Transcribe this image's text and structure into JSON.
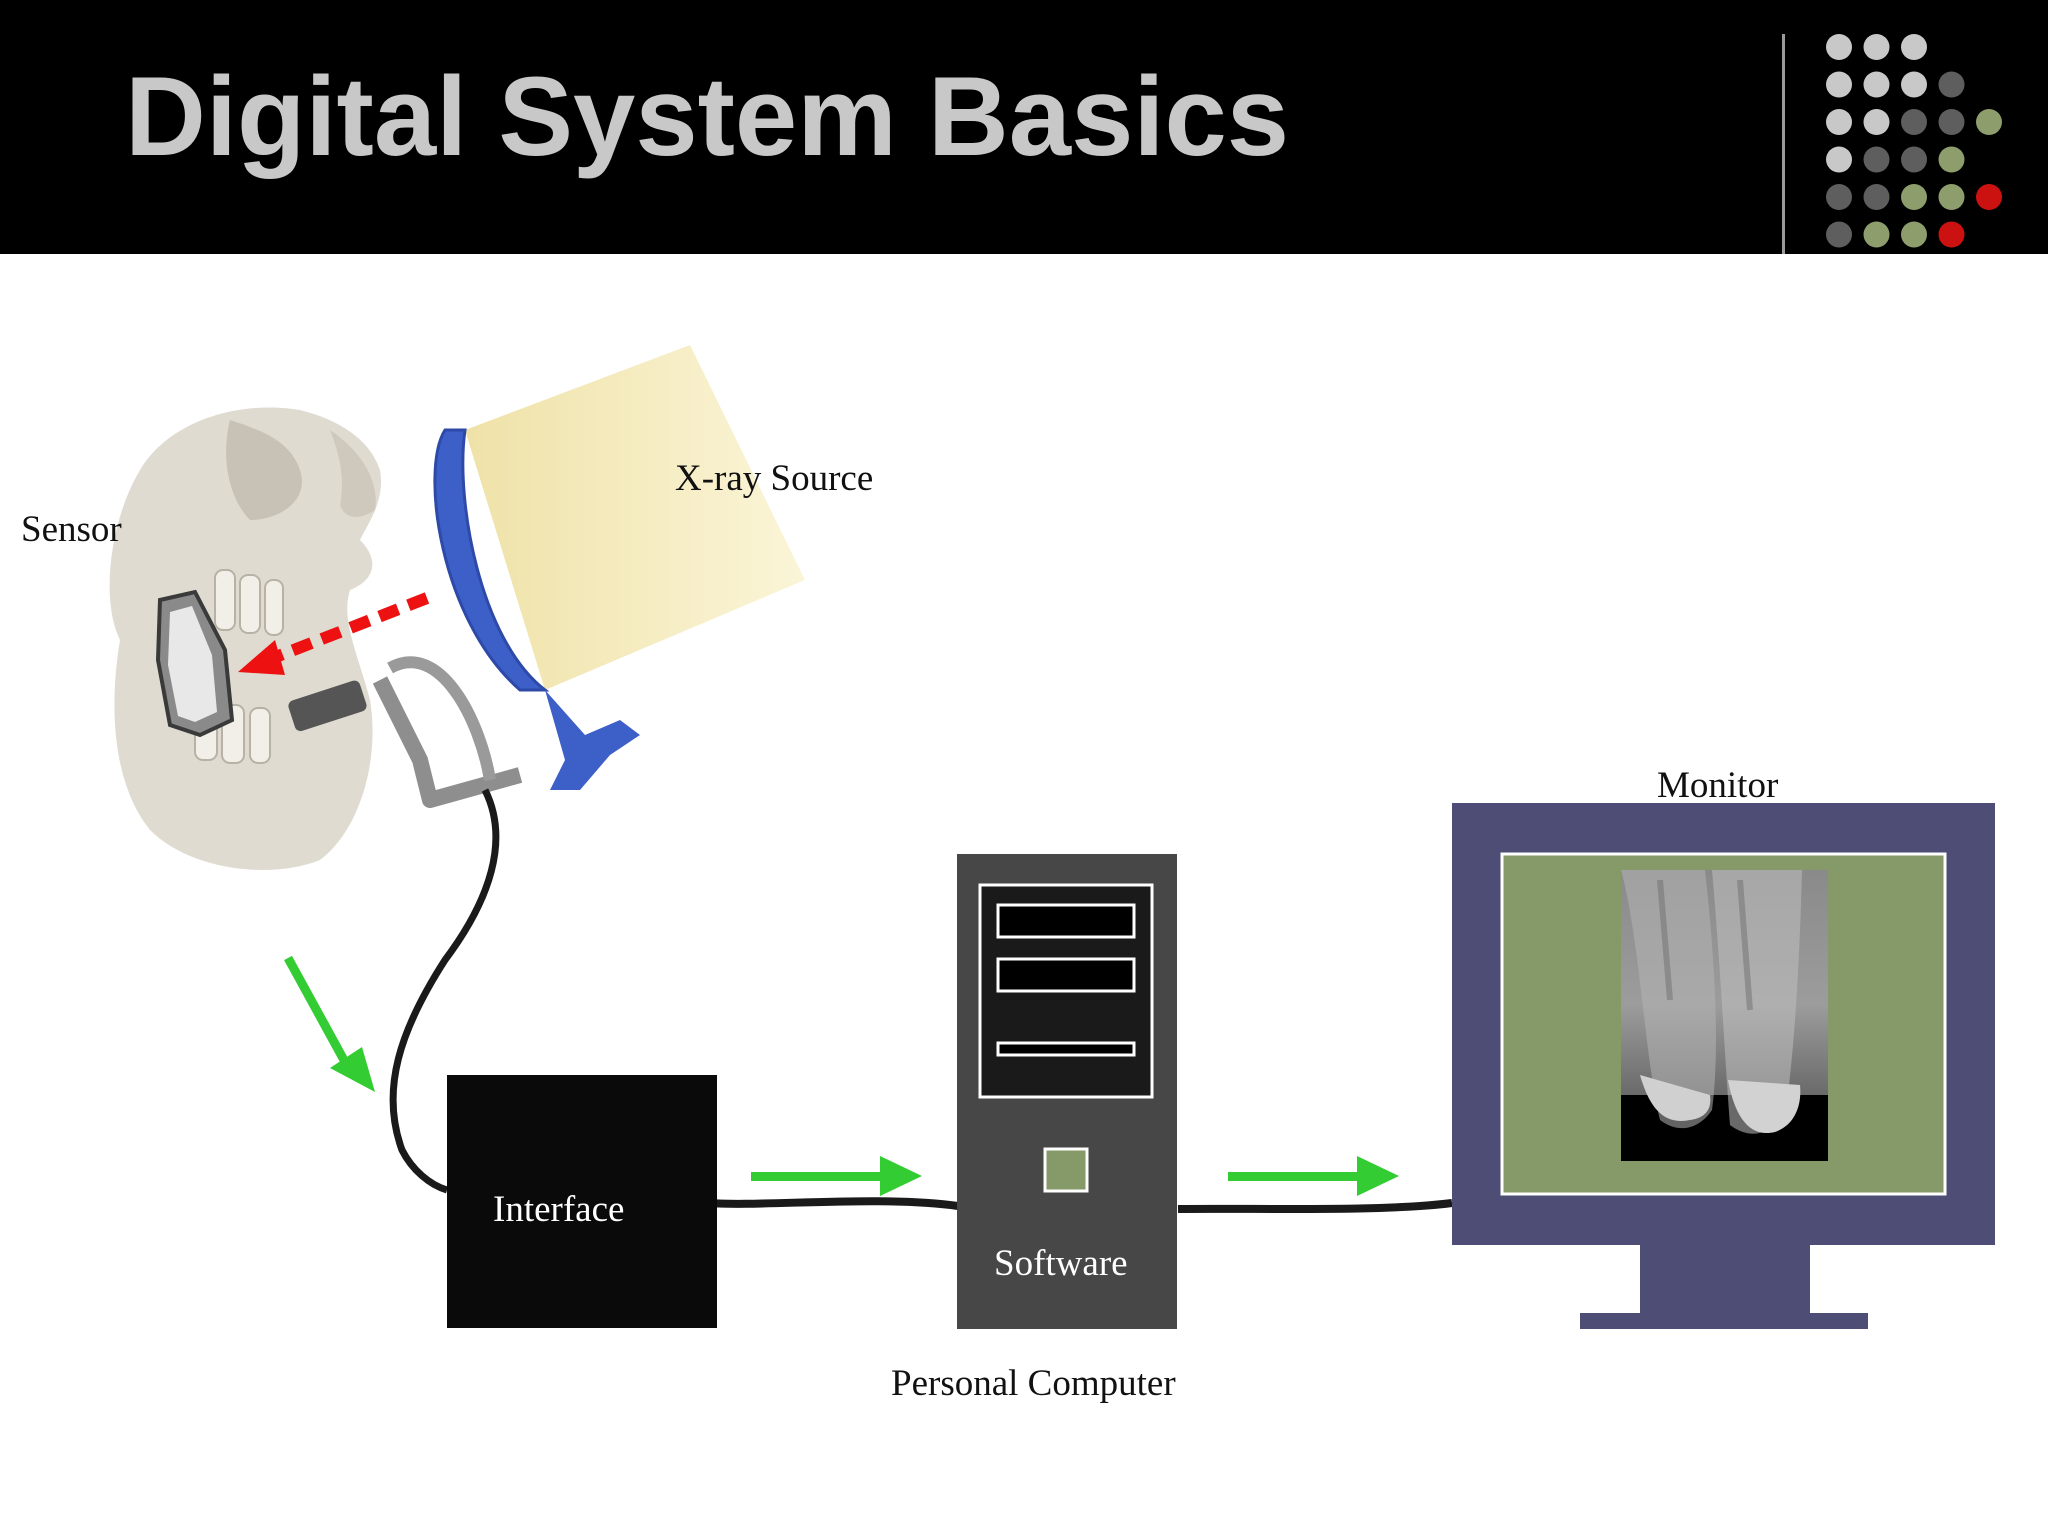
{
  "slide": {
    "title": "Digital System Basics"
  },
  "labels": {
    "sensor": "Sensor",
    "xray_source": "X-ray Source",
    "interface": "Interface",
    "software": "Software",
    "personal_computer": "Personal Computer",
    "monitor": "Monitor"
  },
  "colors": {
    "header_bg": "#000000",
    "title_text": "#c8c8c8",
    "flow_arrow": "#33cc33",
    "xray_beam": "#ee1111",
    "monitor_frame": "#4d4d75",
    "screen_bg": "#869969",
    "pc_case": "#474747",
    "interface_box": "#0a0a0a",
    "cone": "#f5ecbd",
    "cone_ring": "#3d5fc8"
  },
  "decor": {
    "dot_grid": [
      [
        "lg",
        "lg",
        "lg",
        "",
        "",
        ""
      ],
      [
        "lg",
        "lg",
        "lg",
        "dg",
        "",
        ""
      ],
      [
        "lg",
        "lg",
        "dg",
        "dg",
        "ol",
        ""
      ],
      [
        "lg",
        "dg",
        "dg",
        "ol",
        "",
        ""
      ],
      [
        "dg",
        "dg",
        "ol",
        "ol",
        "rd",
        ""
      ],
      [
        "dg",
        "ol",
        "ol",
        "rd",
        "",
        ""
      ]
    ]
  }
}
